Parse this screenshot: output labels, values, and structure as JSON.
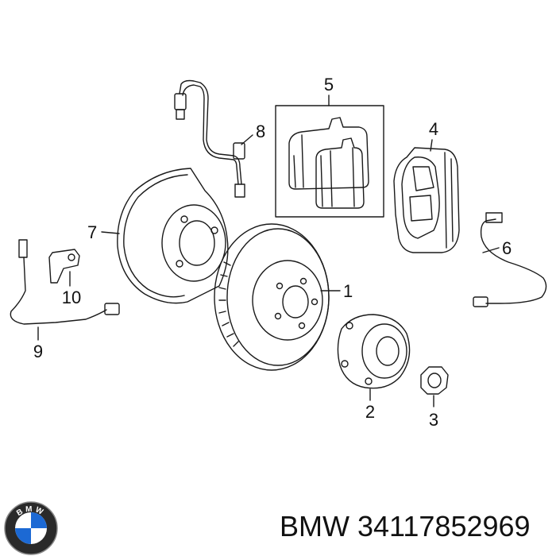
{
  "diagram": {
    "callouts": [
      "1",
      "2",
      "3",
      "4",
      "5",
      "6",
      "7",
      "8",
      "9",
      "10"
    ]
  },
  "footer": {
    "brand": "BMW",
    "part_number": "34117852969",
    "logo_letters": "BMW"
  },
  "colors": {
    "line": "#1a1a1a",
    "logo_blue": "#1c69d4",
    "logo_ring": "#2a2a2a"
  }
}
